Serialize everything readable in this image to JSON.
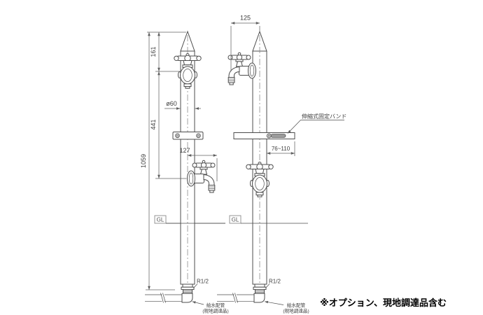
{
  "front_view": {
    "dim_total_height": "1059",
    "dim_top_to_faucet": "161",
    "dim_faucet_spacing": "441",
    "dim_pipe_diameter": "ø60",
    "dim_spout_reach": "127",
    "ground_label": "GL",
    "thread_size": "R1/2",
    "pipe_note_line1": "給水配管",
    "pipe_note_line2": "(現地調達品)"
  },
  "side_view": {
    "dim_top_offset": "125",
    "dim_band_reach": "76~110",
    "band_label": "伸縮式固定バンド",
    "ground_label": "GL",
    "thread_size": "R1/2",
    "pipe_note_line1": "給水配管",
    "pipe_note_line2": "(現地調達品)"
  },
  "footnote": "※オプション、現地調達品含む",
  "colors": {
    "line": "#4c4c4c",
    "dimension": "#606060",
    "text": "#3d3d3d",
    "note": "#000000",
    "background": "#ffffff"
  }
}
